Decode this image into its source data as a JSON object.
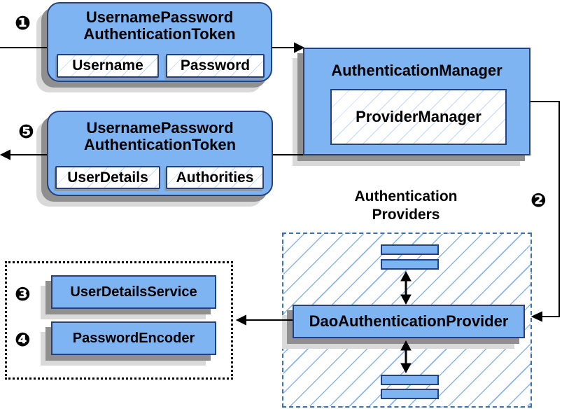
{
  "badges": {
    "one": "❶",
    "two": "❷",
    "three": "❸",
    "four": "❹",
    "five": "❺"
  },
  "token_request": {
    "title_line1": "UsernamePassword",
    "title_line2": "AuthenticationToken",
    "fields": [
      "Username",
      "Password"
    ]
  },
  "auth_manager": {
    "title": "AuthenticationManager",
    "impl": "ProviderManager"
  },
  "token_response": {
    "title_line1": "UsernamePassword",
    "title_line2": "AuthenticationToken",
    "fields": [
      "UserDetails",
      "Authorities"
    ]
  },
  "providers": {
    "heading_line1": "Authentication",
    "heading_line2": "Providers",
    "provider": "DaoAuthenticationProvider"
  },
  "services": {
    "items": [
      "UserDetailsService",
      "PasswordEncoder"
    ]
  },
  "colors": {
    "box_fill": "#7fb4f2",
    "box_border": "#24417e",
    "hatch_line": "#8ab7e8",
    "dashed_border": "#3a6fb0",
    "dotted_border": "#000000",
    "shadow_dark": "#8f8f8f",
    "shadow_light": "#d9d9d9",
    "arrow": "#000000",
    "text": "#000000"
  }
}
